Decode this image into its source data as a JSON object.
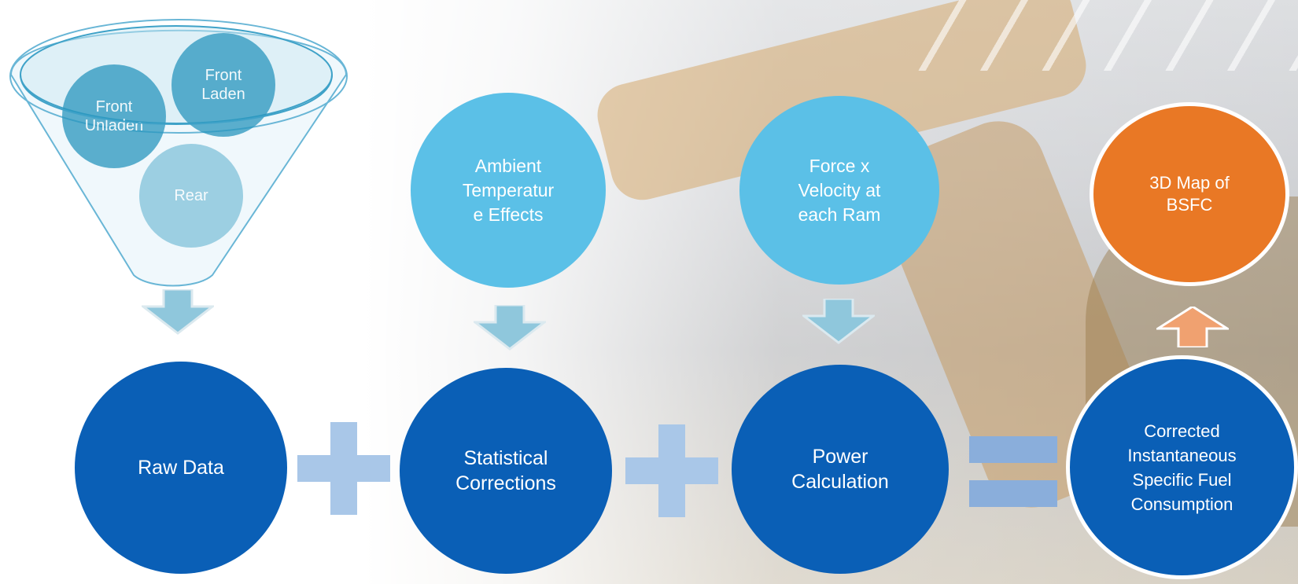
{
  "funnel": {
    "circles": [
      "Front\nUnladen",
      "Front\nLaden",
      "Rear"
    ]
  },
  "modifiers": {
    "ambient": "Ambient\nTemperatur\ne Effects",
    "force": "Force x\nVelocity at\neach Ram",
    "bsfc": "3D Map of\nBSFC"
  },
  "steps": {
    "raw": "Raw Data",
    "statistical": "Statistical\nCorrections",
    "power": "Power\nCalculation",
    "corrected": "Corrected\nInstantaneous\nSpecific Fuel\nConsumption"
  },
  "colors": {
    "dark_blue": "#0a5fb6",
    "light_blue": "#5bc0e7",
    "orange": "#e97825",
    "operator": "#a9c7e8"
  }
}
